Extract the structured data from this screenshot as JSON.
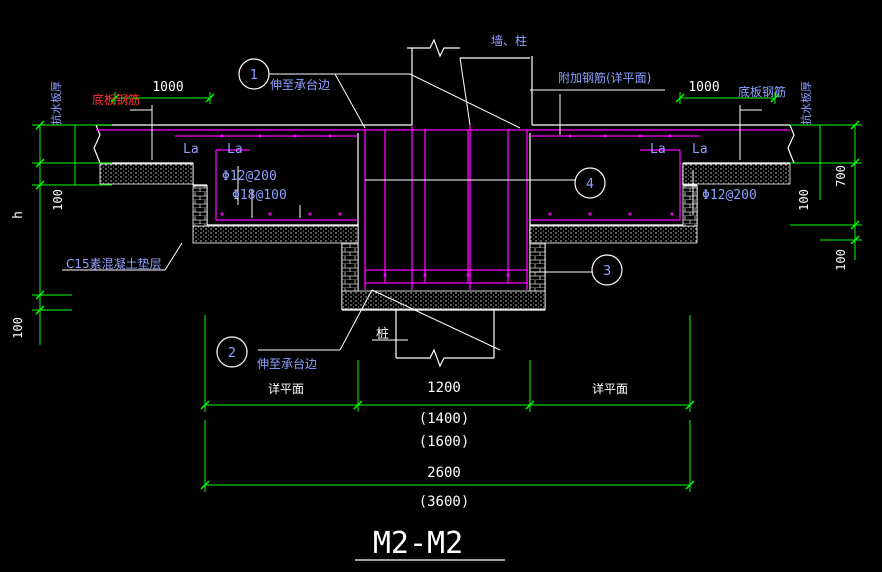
{
  "drawing": {
    "title": "M2-M2",
    "labels": {
      "wall_column": "墙、柱",
      "extend_edge_1": "伸至承台边",
      "extend_edge_2": "伸至承台边",
      "extra_rebar": "附加钢筋(详平面)",
      "bottom_rebar_left": "底板钢筋",
      "bottom_rebar_right": "底板钢筋",
      "thickness_left": "抗水板厚",
      "thickness_right": "抗水板厚",
      "la1": "La",
      "la2": "La",
      "la3": "La",
      "la4": "La",
      "rebar_a": "Φ12@200",
      "rebar_b": "Φ18@100",
      "rebar_c": "Φ12@200",
      "cushion": "C15素混凝土垫层",
      "pile": "桩",
      "see_plan_left": "详平面",
      "see_plan_right": "详平面",
      "dim_1000_left": "1000",
      "dim_1000_right": "1000",
      "dim_1200": "1200",
      "dim_1400": "(1400)",
      "dim_1600": "(1600)",
      "dim_2600": "2600",
      "dim_3600": "(3600)",
      "dim_700": "700",
      "dim_100_r1": "100",
      "dim_100_r2": "100",
      "dim_100_l1": "100",
      "dim_100_l2": "100",
      "dim_h": "h"
    },
    "callouts": [
      "1",
      "2",
      "3",
      "4"
    ],
    "colors": {
      "outline": "#ffffff",
      "rebar": "#ff00ff",
      "dimension": "#00ff00",
      "annotation": "#8f9fff",
      "red_label": "#ff3030",
      "cushion": "#bbbbbb"
    }
  }
}
